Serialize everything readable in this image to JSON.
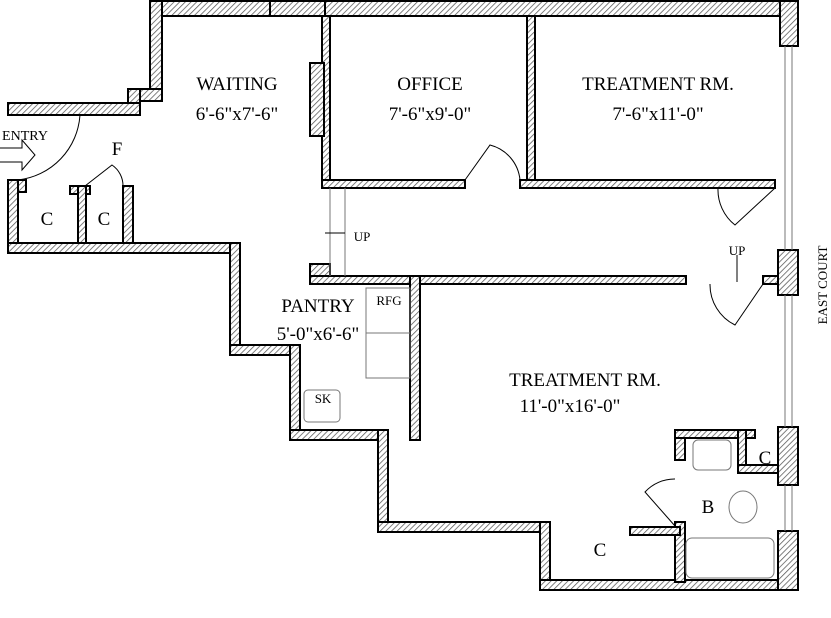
{
  "rooms": {
    "waiting": {
      "name": "WAITING",
      "size": "6'-6\"x7'-6\""
    },
    "office": {
      "name": "OFFICE",
      "size": "7'-6\"x9'-0\""
    },
    "treatment_1": {
      "name": "TREATMENT RM.",
      "size": "7'-6\"x11'-0\""
    },
    "pantry": {
      "name": "PANTRY",
      "size": "5'-0\"x6'-6\""
    },
    "treatment_2": {
      "name": "TREATMENT RM.",
      "size": "11'-0\"x16'-0\""
    }
  },
  "labels": {
    "entry": "ENTRY",
    "fridge_label": "F",
    "closet": "C",
    "bath": "B",
    "up": "UP",
    "rfg": "RFG",
    "sink": "SK",
    "east_court": "EAST COURT"
  }
}
